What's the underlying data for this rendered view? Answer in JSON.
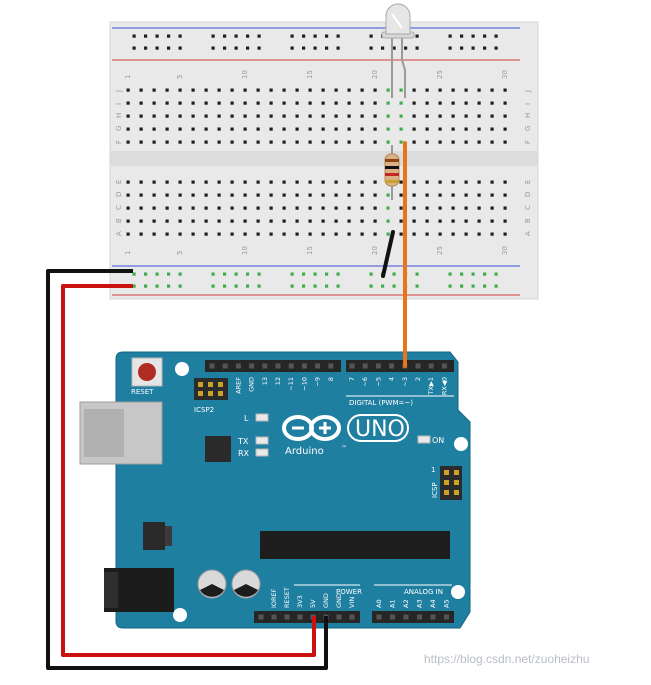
{
  "breadboard": {
    "column_numbers_top": [
      "1",
      "5",
      "10",
      "15",
      "20",
      "25",
      "30"
    ],
    "column_numbers_bottom": [
      "1",
      "5",
      "10",
      "15",
      "20",
      "25",
      "30"
    ],
    "row_letters_top": [
      "J",
      "I",
      "H",
      "G",
      "F"
    ],
    "row_letters_bottom": [
      "E",
      "D",
      "C",
      "B",
      "A"
    ]
  },
  "arduino": {
    "board_name": "UNO",
    "brand": "Arduino",
    "trademark": "™",
    "reset_label": "RESET",
    "icsp2_label": "ICSP2",
    "icsp_label": "ICSP",
    "icsp_pin1": "1",
    "led_labels": {
      "l": "L",
      "tx": "TX",
      "rx": "RX",
      "on": "ON"
    },
    "digital_label": "DIGITAL (PWM=~)",
    "power_label": "POWER",
    "analog_label": "ANALOG IN",
    "digital_pins": [
      "AREF",
      "GND",
      "13",
      "12",
      "~11",
      "~10",
      "~9",
      "8",
      "7",
      "~6",
      "~5",
      "4",
      "~3",
      "2",
      "TX▶1",
      "RX◀0"
    ],
    "power_pins": [
      "IOREF",
      "RESET",
      "3V3",
      "5V",
      "GND",
      "GND",
      "VIN"
    ],
    "analog_pins": [
      "A0",
      "A1",
      "A2",
      "A3",
      "A4",
      "A5"
    ]
  },
  "wires": {
    "colors": {
      "power": "#cc1111",
      "ground": "#111111",
      "signal": "#e8751a"
    }
  },
  "watermark": "https://blog.csdn.net/zuoheizhu"
}
